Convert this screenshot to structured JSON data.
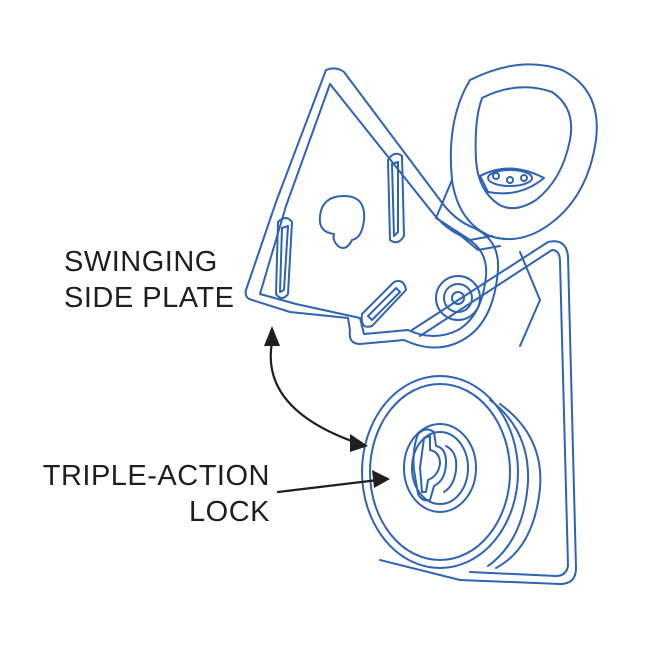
{
  "labels": {
    "swinging_side_plate": [
      "SWINGING",
      "SIDE PLATE"
    ],
    "triple_action_lock": [
      "TRIPLE-ACTION",
      "LOCK"
    ]
  },
  "colors": {
    "outline": "#2f63b3",
    "text": "#1f1f1f",
    "arrow": "#1f1f1f",
    "background": "#ffffff"
  }
}
